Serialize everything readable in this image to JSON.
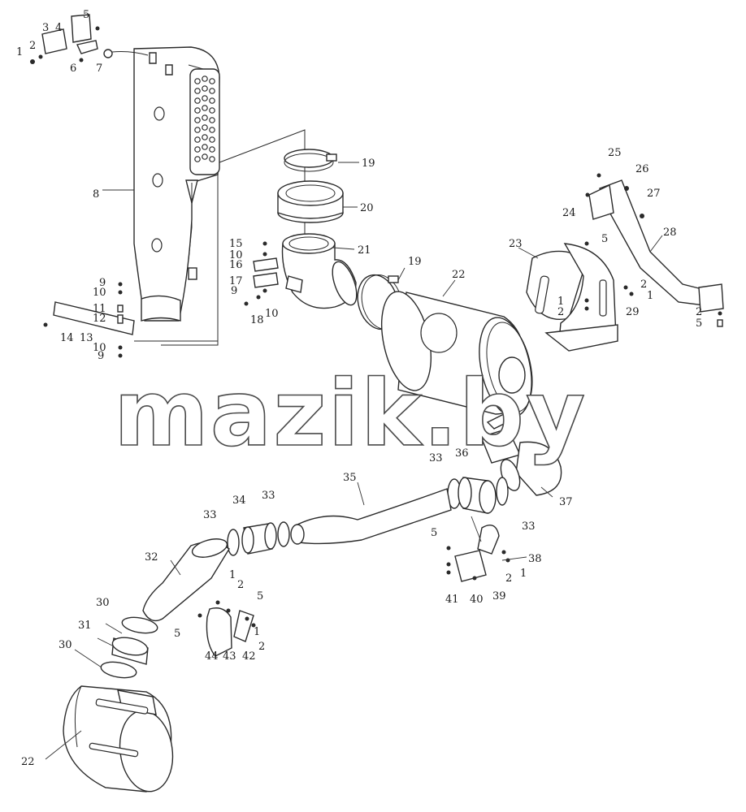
{
  "watermark": "mazik.by",
  "callouts": {
    "c1": "1",
    "c2": "2",
    "c3": "3",
    "c4": "4",
    "c5": "5",
    "c6": "6",
    "c7": "7",
    "c8": "8",
    "c9": "9",
    "c10": "10",
    "c11": "11",
    "c12": "12",
    "c13": "13",
    "c14": "14",
    "c15": "15",
    "c16": "16",
    "c17": "17",
    "c18": "18",
    "c19": "19",
    "c20": "20",
    "c21": "21",
    "c22": "22",
    "c23": "23",
    "c24": "24",
    "c25": "25",
    "c26": "26",
    "c27": "27",
    "c28": "28",
    "c29": "29",
    "c30": "30",
    "c31": "31",
    "c32": "32",
    "c33": "33",
    "c34": "34",
    "c35": "35",
    "c36": "36",
    "c37": "37",
    "c38": "38",
    "c39": "39",
    "c40": "40",
    "c41": "41",
    "c42": "42",
    "c43": "43",
    "c44": "44"
  }
}
